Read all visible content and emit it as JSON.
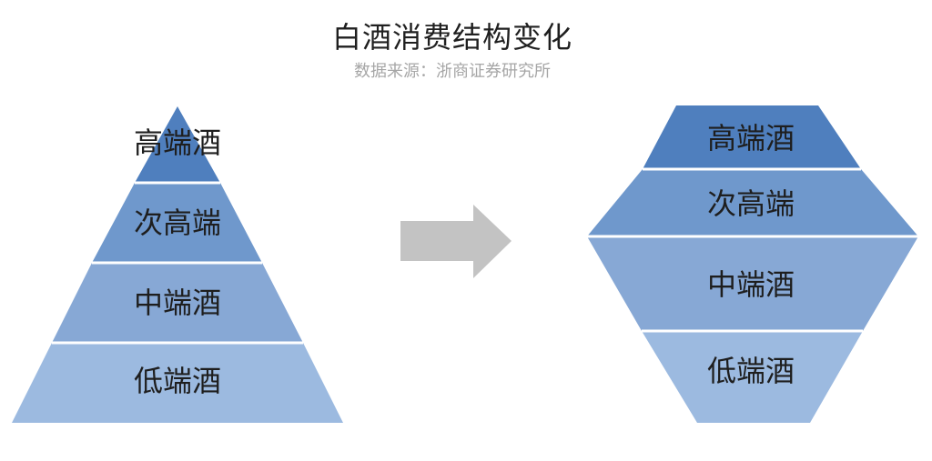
{
  "title": "白酒消费结构变化",
  "subtitle": "数据来源：浙商证券研究所",
  "colors": {
    "tier_high": "#4f7fbe",
    "tier_sub_high": "#6f98cc",
    "tier_mid": "#87a8d5",
    "tier_low": "#9cbae0",
    "arrow": "#c3c3c3",
    "divider": "#ffffff"
  },
  "before": {
    "tiers": [
      {
        "label": "高端酒"
      },
      {
        "label": "次高端"
      },
      {
        "label": "中端酒"
      },
      {
        "label": "低端酒"
      }
    ]
  },
  "after": {
    "tiers": [
      {
        "label": "高端酒"
      },
      {
        "label": "次高端"
      },
      {
        "label": "中端酒"
      },
      {
        "label": "低端酒"
      }
    ]
  },
  "arrow_icon": "right-arrow-icon"
}
